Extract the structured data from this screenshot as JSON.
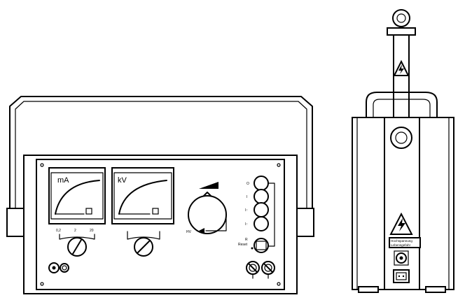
{
  "test_set": {
    "meters": {
      "current_unit": "mA",
      "voltage_unit": "kV"
    },
    "current_range_labels": [
      "0,2",
      "2",
      "20"
    ],
    "button_labels": [
      "O",
      "I",
      "I↑",
      "I↑"
    ],
    "hv_label": "HV",
    "reset_labels": [
      "R",
      "Reset"
    ]
  },
  "transformer": {
    "warning_plate_lines": [
      "Hochspannung",
      "Lebensgefahr"
    ]
  }
}
